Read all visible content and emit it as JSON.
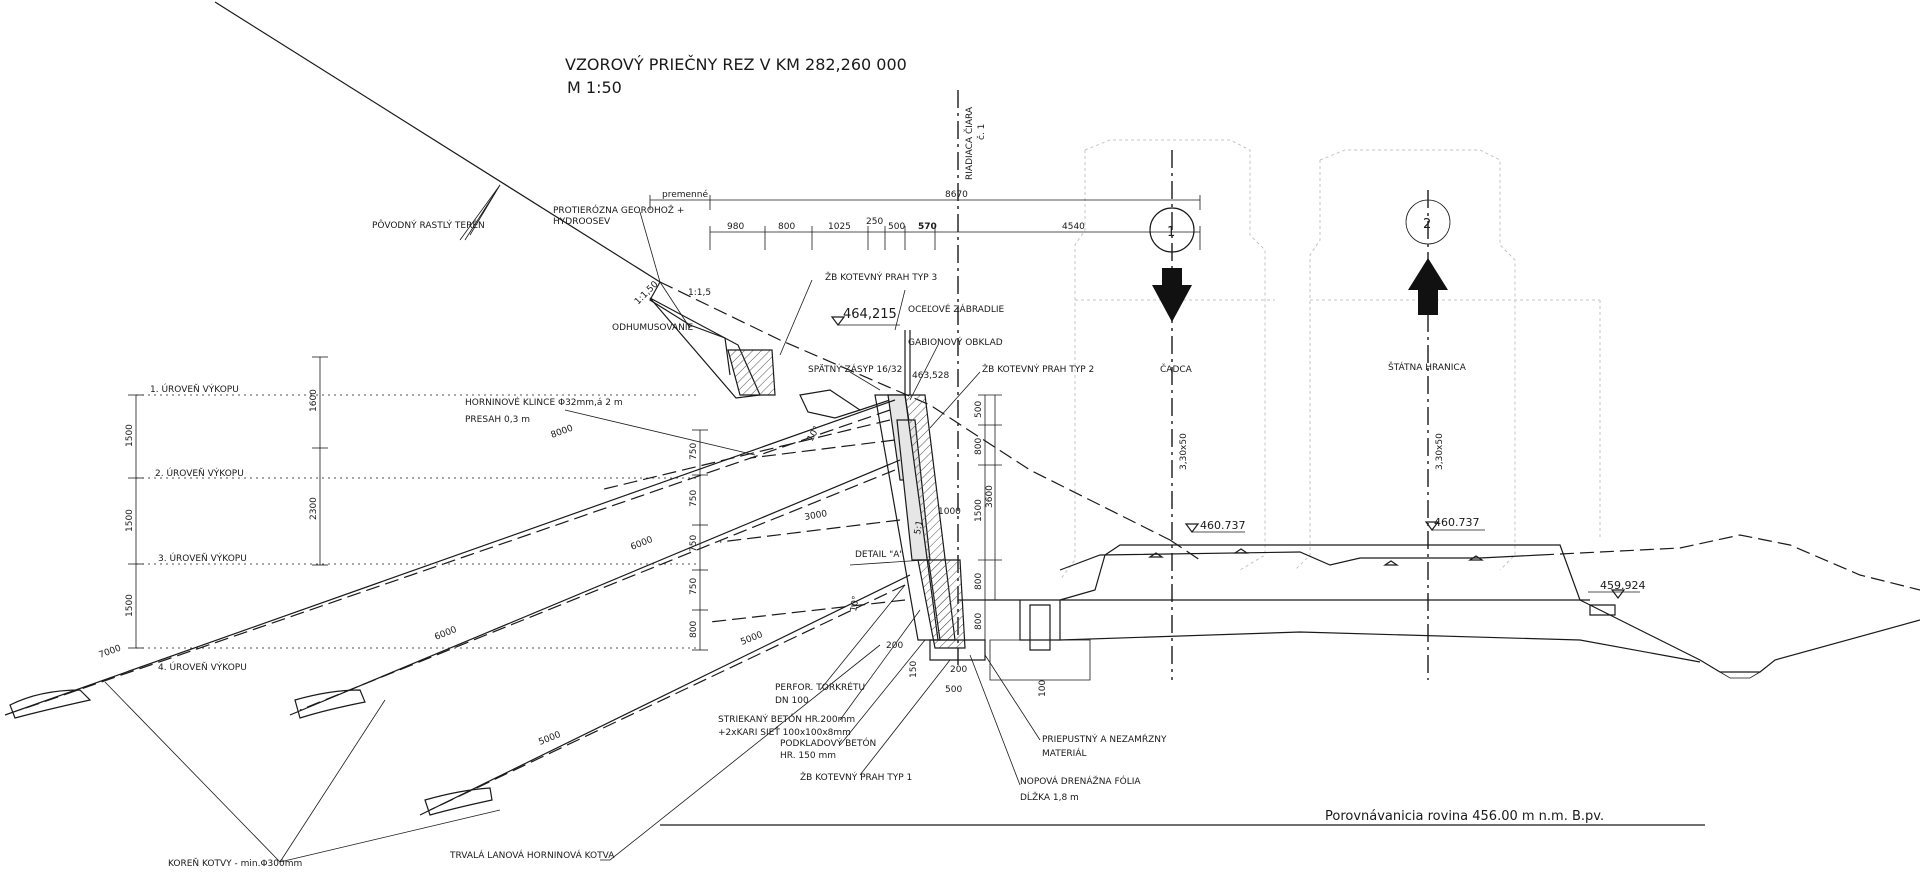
{
  "title": "VZOROVÝ PRIEČNY REZ V KM 282,260 000",
  "scale": "M 1:50",
  "axis_label": "RIADIACA ČIARA",
  "axis_sub": "č. 1",
  "labels": {
    "original_terrain": "PÔVODNÝ RASTLÝ TERÉN",
    "geo_mat_1": "PROTIERÓZNA GEOROHOŽ +",
    "geo_mat_2": "HYDROOSEV",
    "odhumusovanie": "ODHUMUSOVANIE",
    "prah3": "ŽB KOTEVNÝ PRAH TYP 3",
    "zabradlie": "OCEĽOVÉ ZÁBRADLIE",
    "gabion": "GABIONOVÝ OBKLAD",
    "zasyp": "SPÄTNÝ ZÁSYP 16/32",
    "prah2": "ŽB KOTEVNÝ PRAH TYP 2",
    "klince_1": "HORNINOVÉ KLINCE Φ32mm,á 2 m",
    "klince_2": "PRESAH 0,3 m",
    "detail": "DETAIL \"A\"",
    "level1": "1. ÚROVEŇ VÝKOPU",
    "level2": "2. ÚROVEŇ VÝKOPU",
    "level3": "3. ÚROVEŇ VÝKOPU",
    "level4": "4. ÚROVEŇ VÝKOPU",
    "torkret_1": "PERFOR. TORKRÉTU",
    "torkret_2": "DN 100",
    "beton_1": "STRIEKANÝ BETÓN HR.200mm",
    "beton_2": "+2xKARI SIEŤ 100x100x8mm",
    "podklad_1": "PODKLADOVÝ BETÓN",
    "podklad_2": "HR. 150 mm",
    "prah1": "ŽB KOTEVNÝ PRAH TYP 1",
    "priepustny_1": "PRIEPUSTNÝ A NEZAMŔZNY",
    "priepustny_2": "MATERIÁL",
    "folia_1": "NOPOVÁ DRENÁŽNA FÓLIA",
    "folia_2": "DĹŽKA 1,8 m",
    "koren": "KOREŇ KOTVY - min.Φ300mm",
    "kotva": "TRVALÁ LANOVÁ HORNINOVÁ KOTVA",
    "cadca": "ČADCA",
    "hranica": "ŠTÁTNA HRANICA",
    "track1": "1",
    "track2": "2",
    "track_note": "3,30x50",
    "reference": "Porovnávanicia rovina 456.00 m n.m. B.pv."
  },
  "elevations": {
    "top": "464,215",
    "wall_top": "463,528",
    "rail1": "460.737",
    "rail2": "460.737",
    "ditch": "459.924"
  },
  "dims": {
    "premenne": "premenné",
    "total": "8670",
    "d980": "980",
    "d800": "800",
    "d1025": "1025",
    "d250": "250",
    "d500": "500",
    "d570": "570",
    "d4540": "4540",
    "d1250": "1:1,50",
    "d115": "1:1,5",
    "v1600": "1600",
    "v2300": "2300",
    "v1500a": "1500",
    "v1500b": "1500",
    "v1500c": "1500",
    "v750a": "750",
    "v750b": "750",
    "v750c": "750",
    "v750d": "750",
    "v800": "800",
    "r500": "500",
    "r800": "800",
    "r1500": "1500",
    "r800b": "800",
    "r800c": "800",
    "r3600": "3600",
    "a8000": "8000",
    "a3000": "3000",
    "a6000a": "6000",
    "a6000b": "6000",
    "a5000a": "5000",
    "a5000b": "5000",
    "a7000": "7000",
    "a1000": "1000",
    "b200": "200",
    "b150": "150",
    "b200b": "200",
    "b500": "500",
    "b100": "100",
    "ang10a": "10°",
    "ang10b": "10°",
    "slope": "5:1"
  }
}
